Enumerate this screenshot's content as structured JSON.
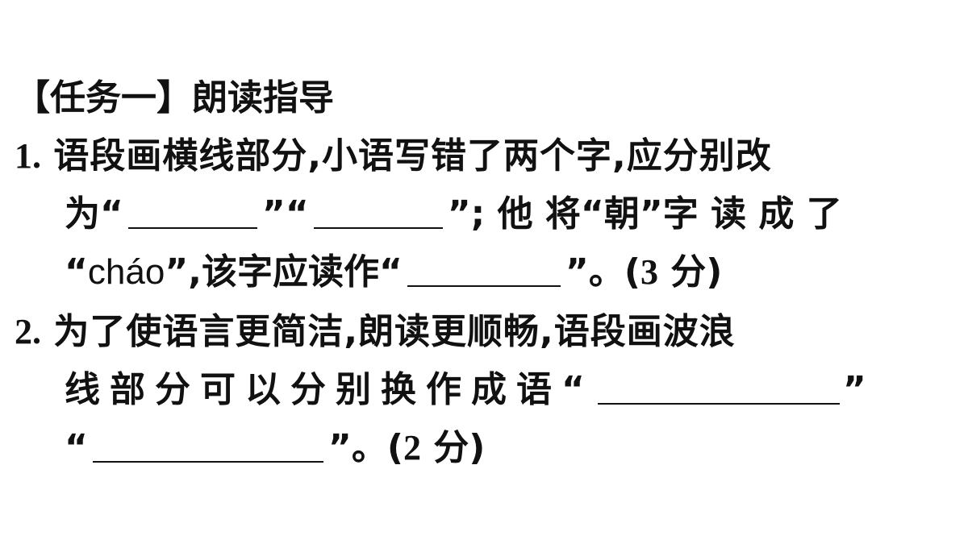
{
  "task": {
    "open_bracket": "【",
    "label": "任务一",
    "close_bracket": "】",
    "title": "朗读指导"
  },
  "q1": {
    "number": "1.",
    "line1": "语段画横线部分,小语写错了两个字,应分别改",
    "line2_a": "为“",
    "line2_b": "”“",
    "line2_c": "”; 他 将“朝”字 读 成 了",
    "line3_open": "“",
    "line3_pinyin": "cháo",
    "line3_a": "”,该字应读作“",
    "line3_b": "”。(",
    "line3_score": "3",
    "line3_unit": " 分)"
  },
  "q2": {
    "number": "2.",
    "line1": "为了使语言更简洁,朗读更顺畅,语段画波浪",
    "line2": "线部分可以分别换作成语“",
    "line2_close": "”",
    "line3_open": "“",
    "line3_b": "”。(",
    "line3_score": "2",
    "line3_unit": " 分)"
  }
}
